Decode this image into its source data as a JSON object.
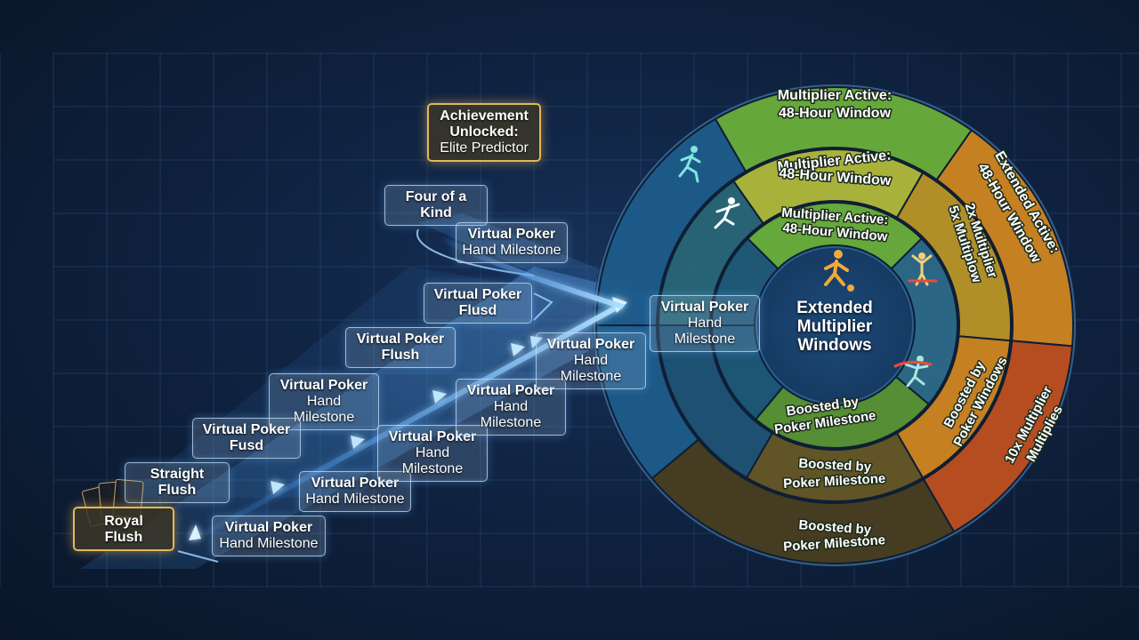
{
  "center": {
    "title_lines": [
      "Extended",
      "Multiplier",
      "Windows"
    ]
  },
  "rings": {
    "outer": {
      "top_label": [
        "Multiplier Active:",
        "48-Hour Window"
      ],
      "right_label": [
        "Extended Active:",
        "48-Hour Window"
      ],
      "far_right_label": [
        "10x Multiplier",
        "Multiplies"
      ],
      "bottom_label": [
        "Boosted by",
        "Poker Milestone"
      ]
    },
    "middle": {
      "top_label": [
        "Multiplier Active:",
        "48-Hour Window"
      ],
      "right_label": [
        "2x Multiplier",
        "5x Multiplow"
      ],
      "lower_right_label": [
        "Boosted by",
        "Poker Windows"
      ],
      "bottom_label": [
        "Boosted by",
        "Poker Milestone"
      ]
    },
    "inner": {
      "top_label": [
        "Multiplier Active:",
        "48-Hour Window"
      ],
      "bottom_label": [
        "Boosted by",
        "Poker Milestone"
      ]
    },
    "colors": {
      "green": "#6fb63a",
      "lime": "#b9c23a",
      "orange": "#d98a1e",
      "red_orange": "#c9521e",
      "blue": "#1f5f8f"
    }
  },
  "milestones": {
    "achievement": {
      "line1": "Achievement",
      "line2": "Unlocked:",
      "line3": "Elite Predictor"
    },
    "four_kind": {
      "line1": "Four of a",
      "line2": "Kind"
    },
    "vp_top": {
      "line1": "Virtual Poker",
      "line2": "Hand Milestone"
    },
    "vp_flusd_1": {
      "line1": "Virtual Poker",
      "line2": "Flusd"
    },
    "vp_flush": {
      "line1": "Virtual Poker",
      "line2": "Flush"
    },
    "vp_left_1": {
      "line1": "Virtual Poker",
      "line2": "Hand Milestone"
    },
    "vp_fusd": {
      "line1": "Virtual Poker",
      "line2": "Fusd"
    },
    "straight": {
      "line1": "Straight",
      "line2": "Flush"
    },
    "royal": {
      "line1": "Royal",
      "line2": "Flush"
    },
    "vp_low_1": {
      "line1": "Virtual Poker",
      "line2": "Hand Milestone"
    },
    "vp_low_2": {
      "line1": "Virtual Poker",
      "line2": "Hand Milestone"
    },
    "vp_low_3": {
      "line1": "Virtual Poker",
      "line2": "Hand Milestone"
    },
    "vp_low_4": {
      "line1": "Virtual Poker",
      "line2": "Hand Milestone"
    },
    "vp_low_5": {
      "line1": "Virtual Poker",
      "line2": "Hand Milestone"
    },
    "vp_entry": {
      "line1": "Virtual Poker",
      "line2": "Hand Milestone"
    }
  },
  "icons": [
    "running-athlete-icon",
    "kicking-athlete-icon",
    "soccer-player-icon",
    "basketball-player-icon",
    "sprinter-finish-icon",
    "playing-cards-icon"
  ]
}
